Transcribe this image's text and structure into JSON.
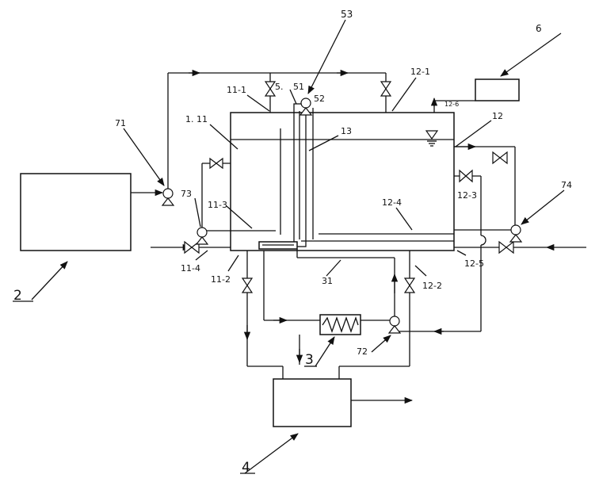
{
  "labels": {
    "n6": "6",
    "n53": "53",
    "n12_1": "12-1",
    "n11_1": "11-1",
    "n5": "5.",
    "n51": "51",
    "n52": "52",
    "n12_6": "12-6",
    "n12": "12",
    "n1_11": "1. 11",
    "n13": "13",
    "n71": "71",
    "n73": "73",
    "n11_3": "11-3",
    "n12_4": "12-4",
    "n12_3": "12-3",
    "n74": "74",
    "n11_4": "11-4",
    "n11_2": "11-2",
    "n31": "31",
    "n12_2": "12-2",
    "n12_5": "12-5",
    "n2": "2",
    "n3": "3",
    "n72": "72",
    "n4": "4"
  },
  "icons": {
    "valve": "valve-icon",
    "pump": "pump-icon",
    "heat_exchanger": "heat-exchanger-icon",
    "water_level": "water-level-icon",
    "flow_arrow": "flow-arrow-icon"
  }
}
